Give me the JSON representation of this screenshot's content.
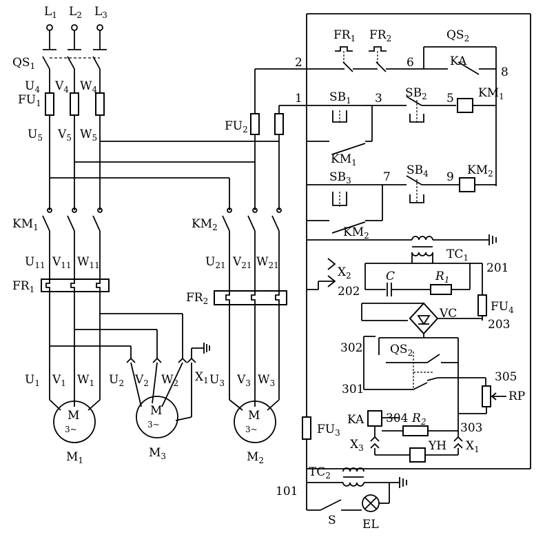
{
  "power": {
    "L1": "L",
    "L1s": "1",
    "L2": "L",
    "L2s": "2",
    "L3": "L",
    "L3s": "3"
  },
  "labels": {
    "QS1": "QS",
    "QS1s": "1",
    "U4": "U",
    "U4s": "4",
    "V4": "V",
    "V4s": "4",
    "W4": "W",
    "W4s": "4",
    "FU1": "FU",
    "FU1s": "1",
    "U5": "U",
    "U5s": "5",
    "V5": "V",
    "V5s": "5",
    "W5": "W",
    "W5s": "5",
    "KM1_main": "KM",
    "KM1_main_s": "1",
    "U11": "U",
    "U11s": "11",
    "V11": "V",
    "V11s": "11",
    "W11": "W",
    "W11s": "11",
    "FR1": "FR",
    "FR1s": "1",
    "U1": "U",
    "U1s": "1",
    "V1": "V",
    "V1s": "1",
    "W1": "W",
    "W1s": "1",
    "U2": "U",
    "U2s": "2",
    "V2": "V",
    "V2s": "2",
    "W2": "W",
    "W2s": "2",
    "X1a": "X",
    "X1as": "1",
    "KM2_main": "KM",
    "KM2_main_s": "2",
    "U21": "U",
    "U21s": "21",
    "V21": "V",
    "V21s": "21",
    "W21": "W",
    "W21s": "21",
    "FR2": "FR",
    "FR2s": "2",
    "U3": "U",
    "U3s": "3",
    "V3": "V",
    "V3s": "3",
    "W3": "W",
    "W3s": "3",
    "FU2": "FU",
    "FU2s": "2",
    "M": "M",
    "three_phase": "3~",
    "M1": "M",
    "M1s": "1",
    "M3": "M",
    "M3s": "3",
    "M2": "M",
    "M2s": "2",
    "FR1c": "FR",
    "FR1cs": "1",
    "FR2c": "FR",
    "FR2cs": "2",
    "QS2a": "QS",
    "QS2as": "2",
    "KA": "KA",
    "n2": "2",
    "n6": "6",
    "n8": "8",
    "n1": "1",
    "n3": "3",
    "n5": "5",
    "n7": "7",
    "n9": "9",
    "SB1": "SB",
    "SB1s": "1",
    "SB2": "SB",
    "SB2s": "2",
    "SB3": "SB",
    "SB3s": "3",
    "SB4": "SB",
    "SB4s": "4",
    "KM1c": "KM",
    "KM1cs": "1",
    "KM1a": "KM",
    "KM1as": "1",
    "KM2c": "KM",
    "KM2cs": "2",
    "KM2a": "KM",
    "KM2as": "2",
    "TC1": "TC",
    "TC1s": "1",
    "X2": "X",
    "X2s": "2",
    "n201": "201",
    "n202": "202",
    "n203": "203",
    "C": "C",
    "R1": "R",
    "R1s": "1",
    "FU4": "FU",
    "FU4s": "4",
    "VC": "VC",
    "n302": "302",
    "n301": "301",
    "QS2b": "QS",
    "QS2bs": "2",
    "n305": "305",
    "RP": "RP",
    "KA2": "KA",
    "n304": "304",
    "R2": "R",
    "R2s": "2",
    "n303": "303",
    "FU3": "FU",
    "FU3s": "3",
    "X3": "X",
    "X3s": "3",
    "YH": "YH",
    "X1b": "X",
    "X1bs": "1",
    "TC2": "TC",
    "TC2s": "2",
    "n101": "101",
    "S": "S",
    "EL": "EL"
  }
}
